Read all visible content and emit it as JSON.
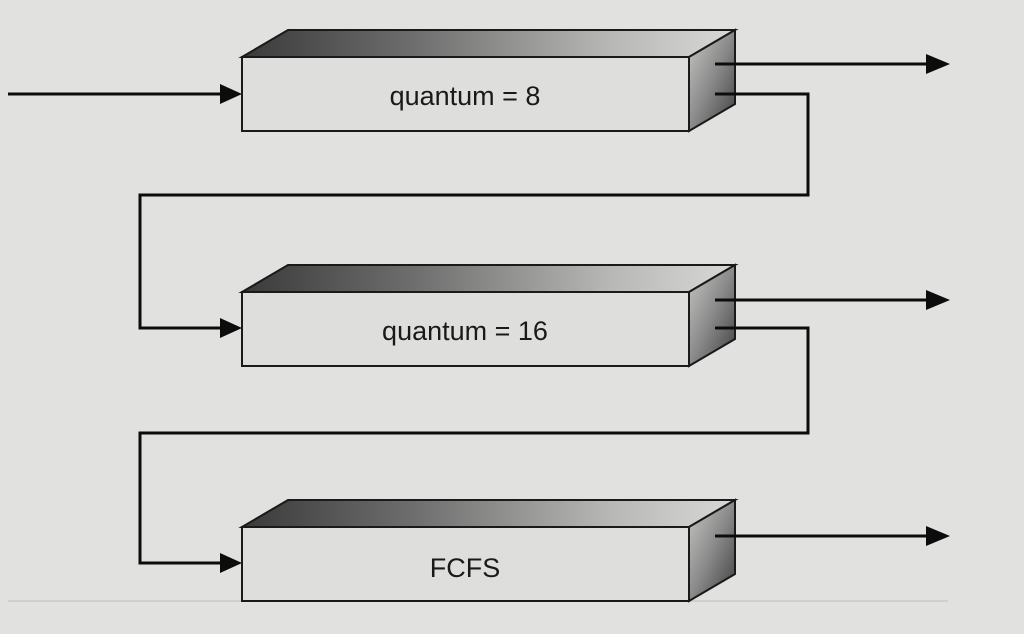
{
  "diagram": {
    "queues": [
      {
        "label": "quantum = 8"
      },
      {
        "label": "quantum = 16"
      },
      {
        "label": "FCFS"
      }
    ]
  },
  "colors": {
    "background": "#e1e1df",
    "box_face": "#dededc",
    "line": "#0c0c0c"
  }
}
